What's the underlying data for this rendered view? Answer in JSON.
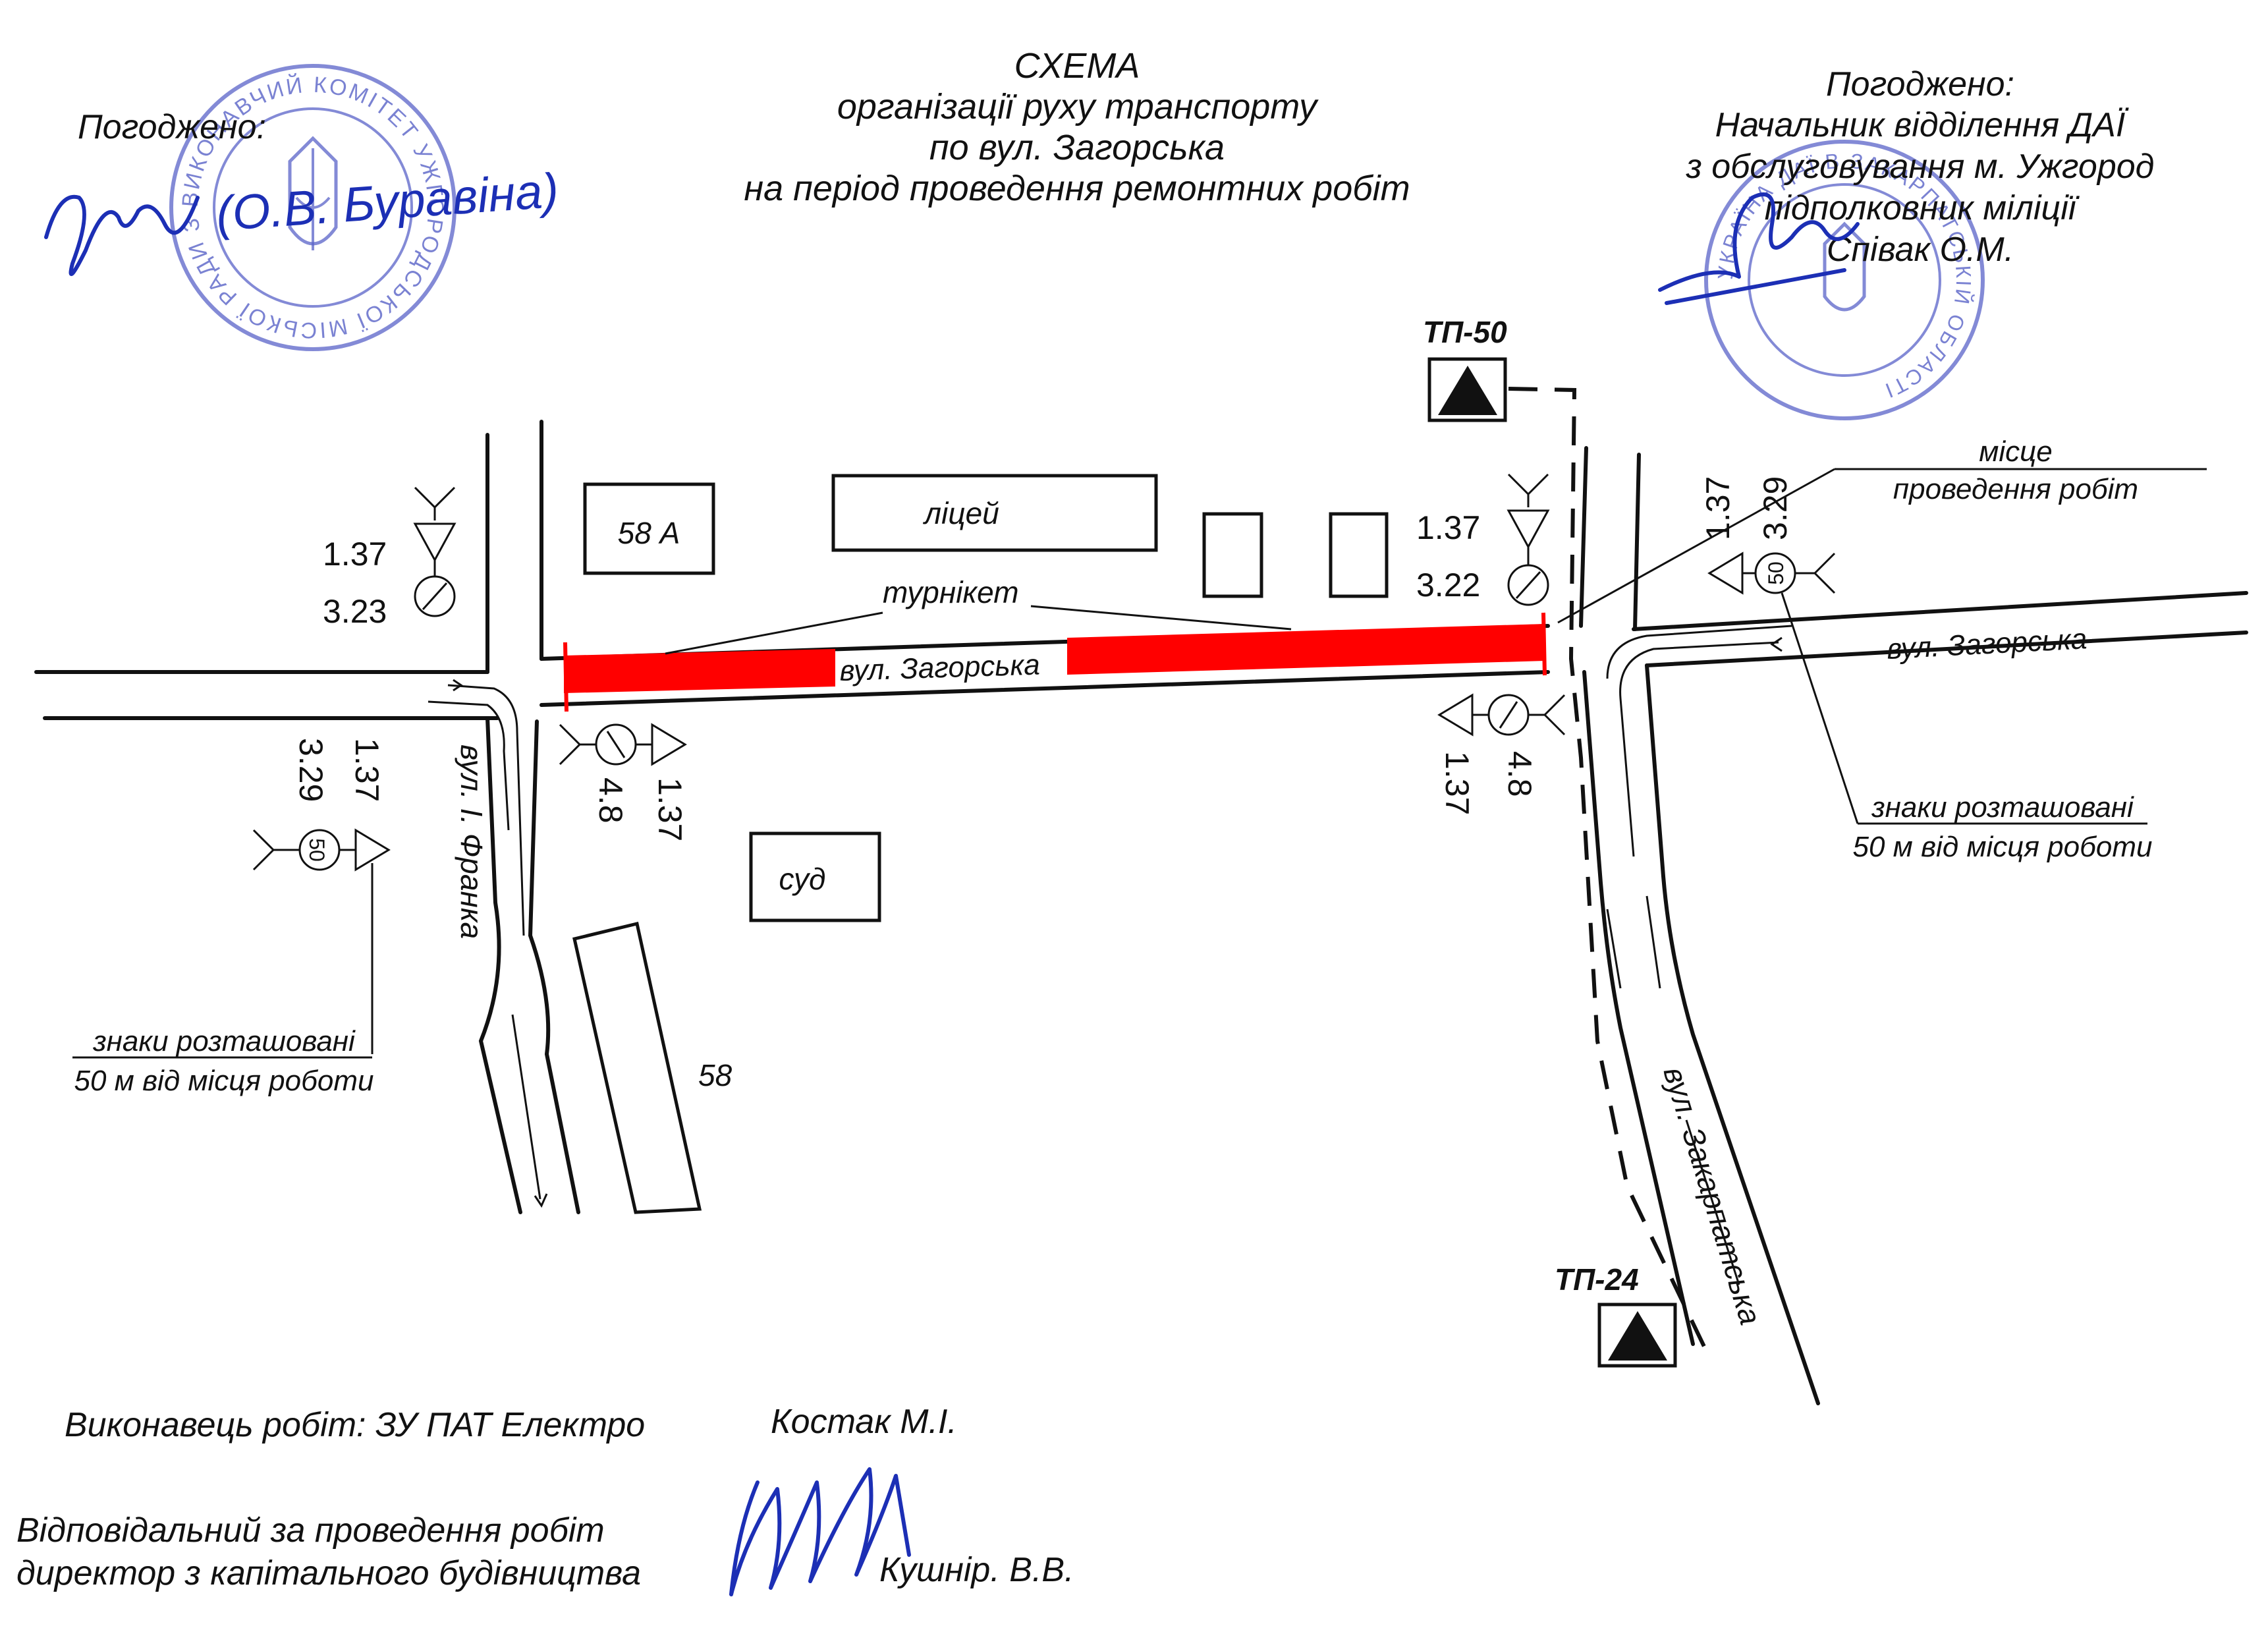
{
  "title": {
    "line1": "СХЕМА",
    "line2": "організації руху транспорту",
    "line3": "по вул. Загорська",
    "line4": "на період проведення ремонтних робіт"
  },
  "approval_left": {
    "label": "Погоджено:",
    "signature_text": "(О.В. Буравіна)",
    "stamp_text": "ВИКОНАВЧИЙ КОМІТЕТ УЖГОРОДСЬКОЇ МІСЬКОЇ РАДИ ЗАКАРПАТСЬКОЇ ОБЛАСТІ * УКРАЇНА *"
  },
  "approval_right": {
    "label": "Погоджено:",
    "line1": "Начальник відділення ДАЇ",
    "line2": "з обслуговування м. Ужгород",
    "line3": "підполковник міліції",
    "line4": "Співак О.М.",
    "stamp_text": "УКРАЇНА ДАЇ В ЗАКАРПАТСЬКІЙ ОБЛАСТІ"
  },
  "buildings": {
    "b58a": "58 А",
    "lyceum": "ліцей",
    "court": "суд",
    "b58": "58"
  },
  "streets": {
    "zahorska_center": "вул. Загорська",
    "zahorska_right": "вул. Загорська",
    "franka": "вул. І. Франка",
    "zakarpatska": "вул. Закарпатська"
  },
  "transformers": {
    "tp50": "ТП-50",
    "tp24": "ТП-24"
  },
  "signs": {
    "s137": "1.37",
    "s323": "3.23",
    "s322": "3.22",
    "s329": "3.29",
    "s48": "4.8",
    "limit": "50"
  },
  "annotations": {
    "turnstile": "турнікет",
    "work_place_1": "місце",
    "work_place_2": "проведення робіт",
    "signs_placed_1": "знаки розташовані",
    "signs_placed_2": "50 м від місця роботи"
  },
  "footer": {
    "executor_label": "Виконавець робіт: ЗУ ПАТ Електро",
    "executor_name": "Костак М.І.",
    "responsible_line1": "Відповідальний за проведення робіт",
    "responsible_line2": "директор з капітального будівництва",
    "responsible_name": "Кушнір. В.В."
  },
  "colors": {
    "work_zone": "#ff0000",
    "stamp": "#5a63c8",
    "signature": "#1c2fb5",
    "ink": "#111111"
  }
}
